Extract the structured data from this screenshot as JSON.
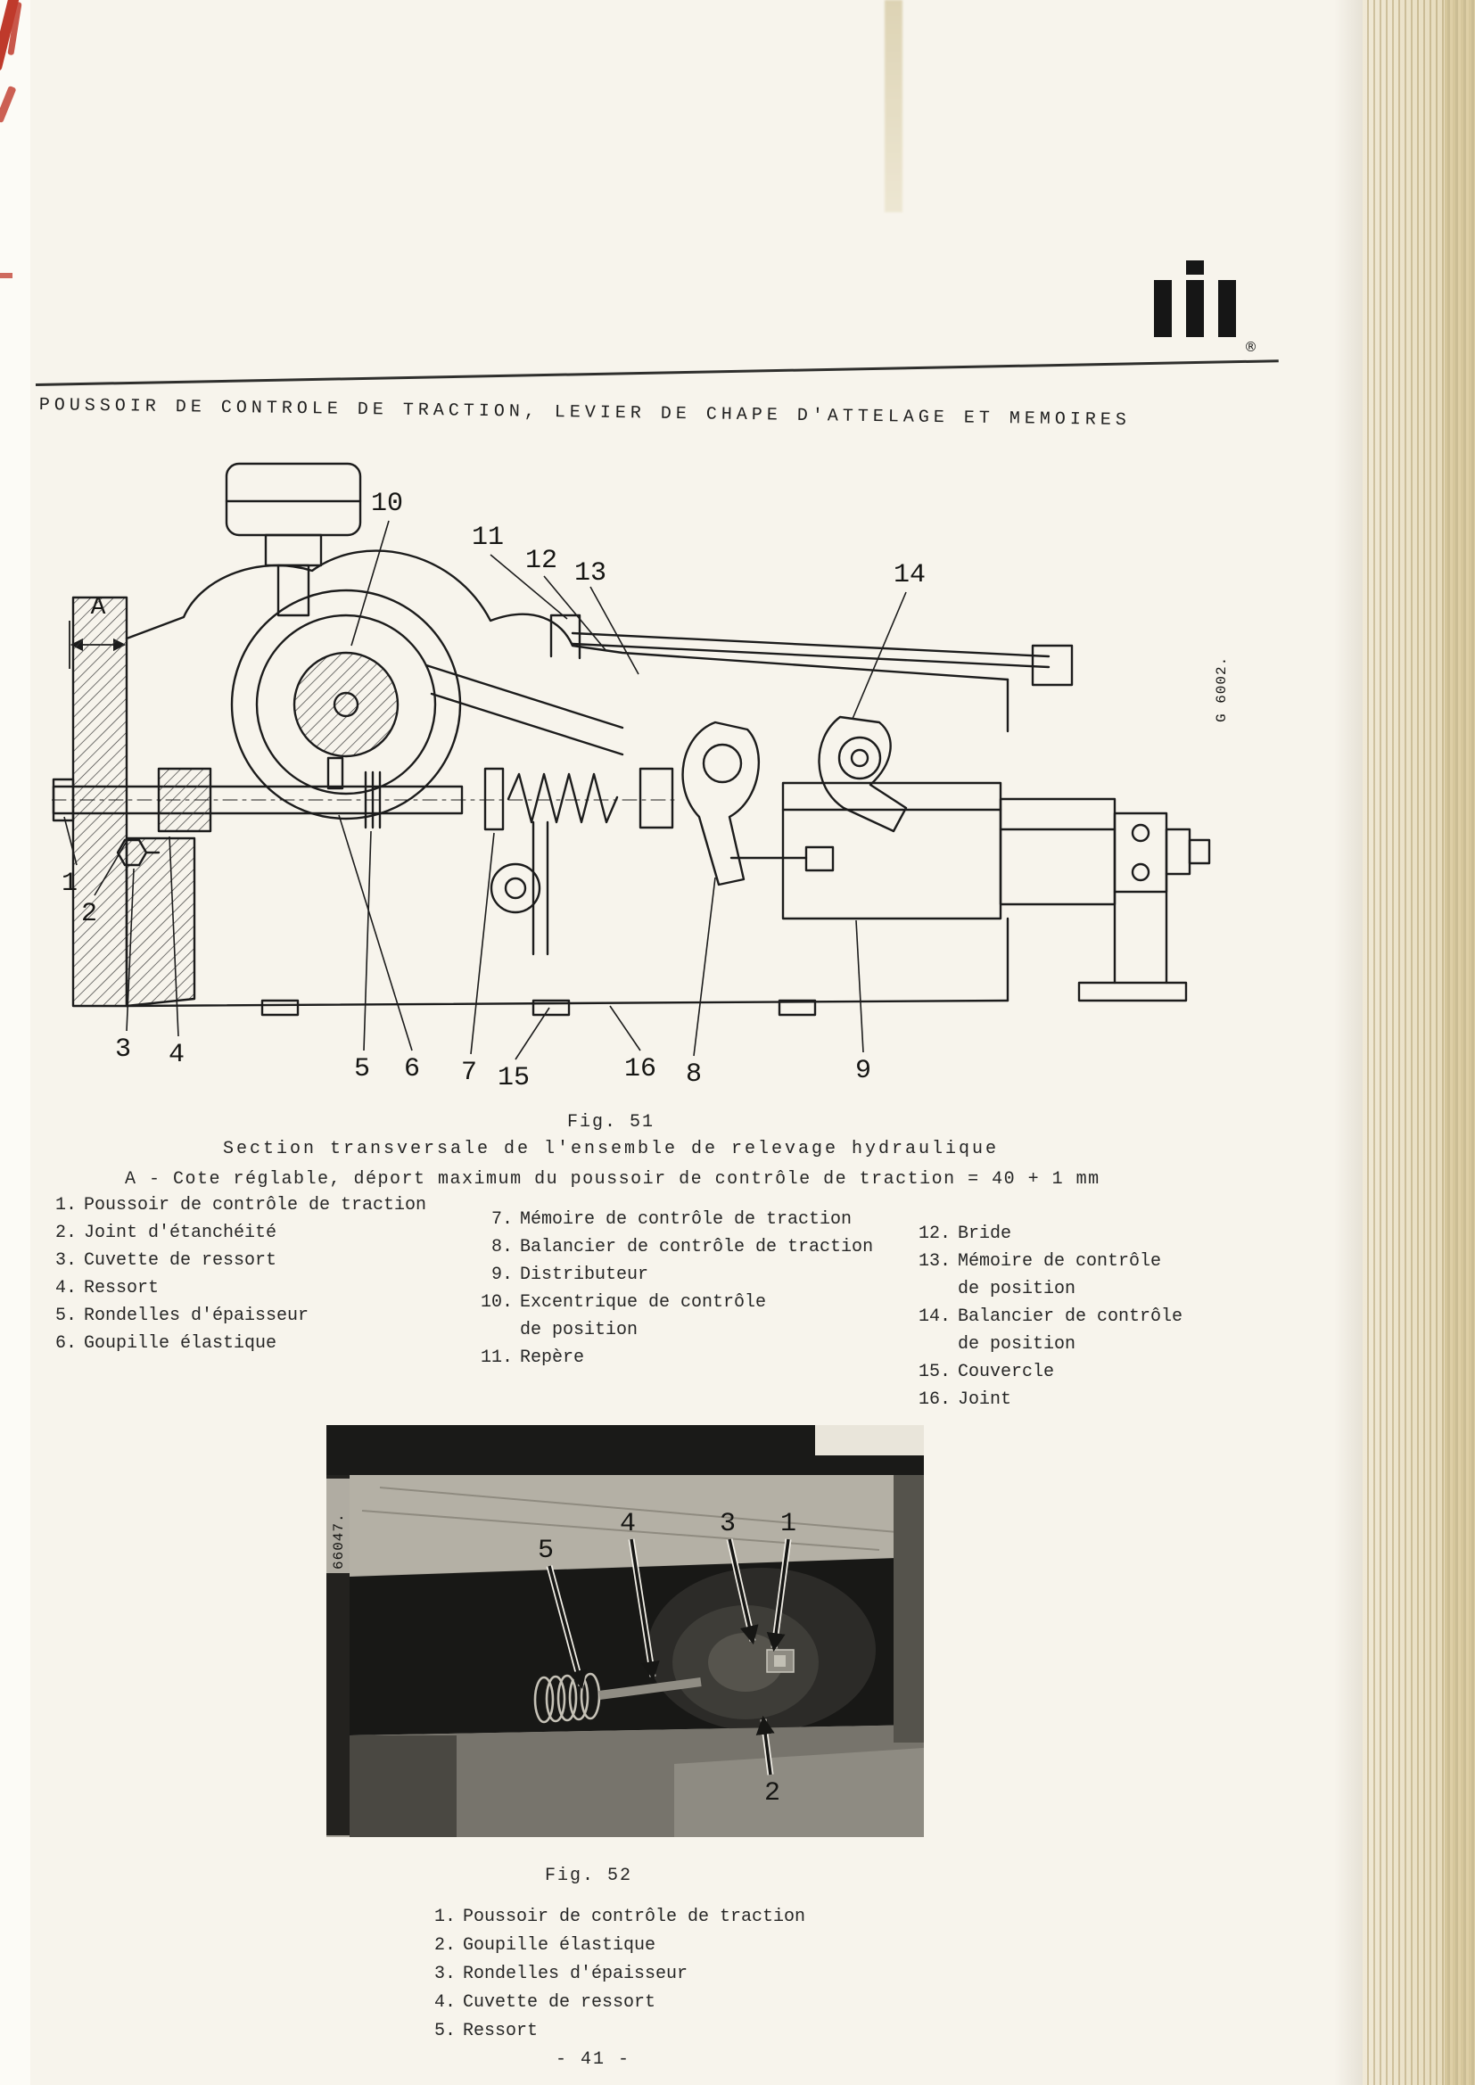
{
  "colors": {
    "paper": "#f7f4ec",
    "ink": "#262626",
    "red_marks": "#bf3a2b",
    "book_edge": "#e3d7b4"
  },
  "header": {
    "title": "POUSSOIR DE CONTROLE DE TRACTION, LEVIER DE CHAPE D'ATTELAGE ET MEMOIRES",
    "logo": {
      "name": "International Harvester emblem",
      "registered_mark": "®"
    }
  },
  "fig51": {
    "caption_label": "Fig. 51",
    "caption": "Section transversale de l'ensemble de relevage hydraulique",
    "adjustment_note": "A - Cote réglable, déport maximum du poussoir de contrôle de traction = 40 + 1 mm",
    "drawing_code": "G 6002.",
    "callouts": {
      "a": "A",
      "n1": "1",
      "n2": "2",
      "n3": "3",
      "n4": "4",
      "n5": "5",
      "n6": "6",
      "n7": "7",
      "n8": "8",
      "n9": "9",
      "n10": "10",
      "n11": "11",
      "n12": "12",
      "n13": "13",
      "n14": "14",
      "n15": "15",
      "n16": "16"
    },
    "parts_col1": [
      {
        "num": "1.",
        "label": "Poussoir de contrôle de traction"
      },
      {
        "num": "2.",
        "label": "Joint d'étanchéité"
      },
      {
        "num": "3.",
        "label": "Cuvette de ressort"
      },
      {
        "num": "4.",
        "label": "Ressort"
      },
      {
        "num": "5.",
        "label": "Rondelles d'épaisseur"
      },
      {
        "num": "6.",
        "label": "Goupille élastique"
      }
    ],
    "parts_col2": [
      {
        "num": "7.",
        "label": "Mémoire de contrôle de traction"
      },
      {
        "num": "8.",
        "label": "Balancier de contrôle de traction"
      },
      {
        "num": "9.",
        "label": "Distributeur"
      },
      {
        "num": "10.",
        "label": "Excentrique de contrôle\nde position"
      },
      {
        "num": "11.",
        "label": "Repère"
      }
    ],
    "parts_col3": [
      {
        "num": "12.",
        "label": "Bride"
      },
      {
        "num": "13.",
        "label": "Mémoire de contrôle\nde position"
      },
      {
        "num": "14.",
        "label": "Balancier de contrôle\nde position"
      },
      {
        "num": "15.",
        "label": "Couvercle"
      },
      {
        "num": "16.",
        "label": "Joint"
      }
    ]
  },
  "fig52": {
    "caption_label": "Fig. 52",
    "photo_code": "66047.",
    "callouts": {
      "n1": "1",
      "n2": "2",
      "n3": "3",
      "n4": "4",
      "n5": "5"
    },
    "parts": [
      {
        "num": "1.",
        "label": "Poussoir de contrôle de traction"
      },
      {
        "num": "2.",
        "label": "Goupille élastique"
      },
      {
        "num": "3.",
        "label": "Rondelles d'épaisseur"
      },
      {
        "num": "4.",
        "label": "Cuvette de ressort"
      },
      {
        "num": "5.",
        "label": "Ressort"
      }
    ]
  },
  "footer": {
    "page_number": "- 41 -"
  }
}
